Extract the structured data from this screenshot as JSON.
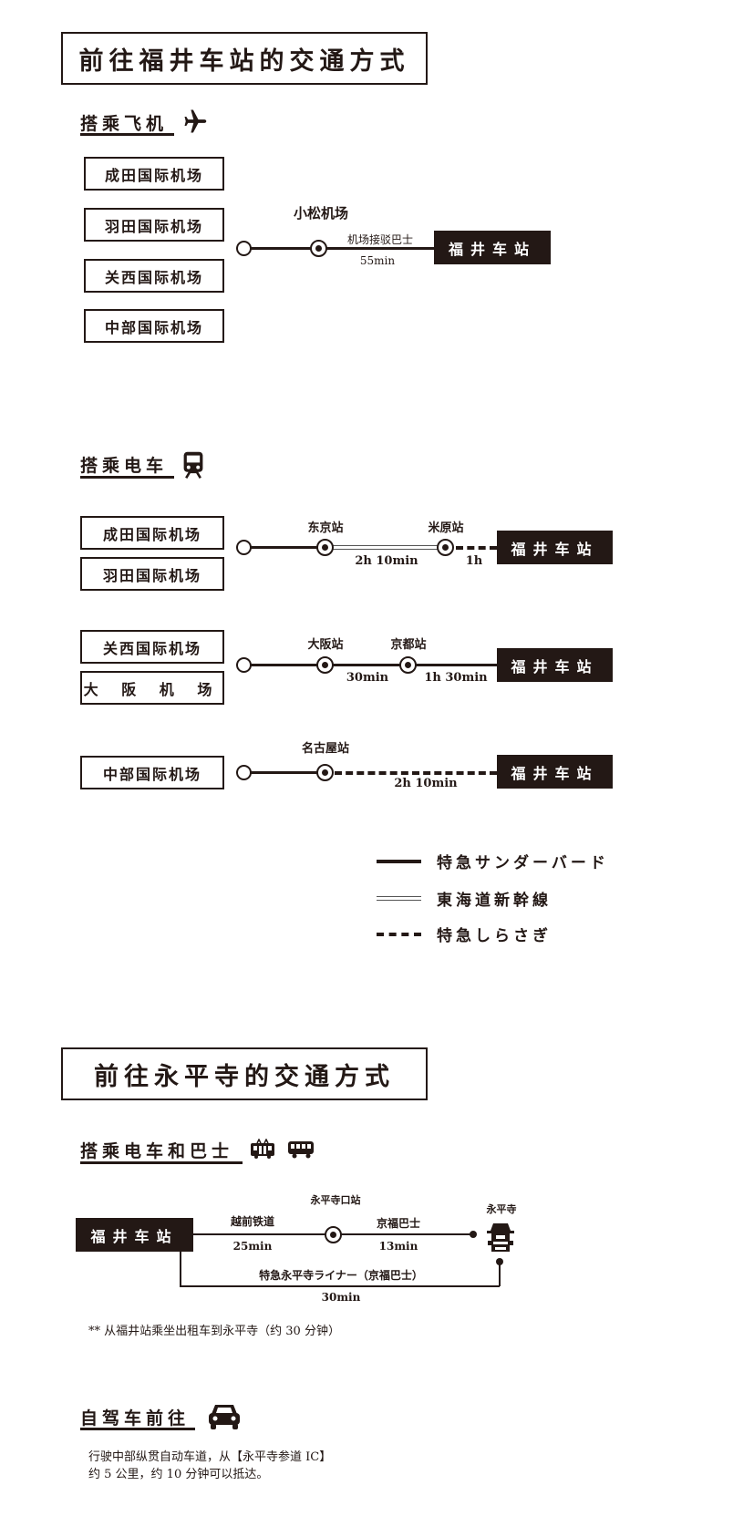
{
  "section1": {
    "title": "前往福井车站的交通方式",
    "plane": {
      "heading": "搭乘飞机",
      "icon": "airplane-icon",
      "airports": [
        "成田国际机场",
        "羽田国际机场",
        "关西国际机场",
        "中部国际机场"
      ],
      "via_station": "小松机场",
      "transport": "机场接驳巴士",
      "duration": "55min",
      "destination": "福井车站"
    },
    "train": {
      "heading": "搭乘电车",
      "icon": "train-icon",
      "routes": [
        {
          "origins": [
            "成田国际机场",
            "羽田国际机场"
          ],
          "stations": [
            "东京站",
            "米原站"
          ],
          "durations": [
            "2h 10min",
            "1h"
          ],
          "destination": "福井车站"
        },
        {
          "origins": [
            "关西国际机场",
            "大 阪 机 场"
          ],
          "stations": [
            "大阪站",
            "京都站"
          ],
          "durations": [
            "30min",
            "1h 30min"
          ],
          "destination": "福井车站"
        },
        {
          "origins": [
            "中部国际机场"
          ],
          "stations": [
            "名古屋站"
          ],
          "durations": [
            "2h 10min"
          ],
          "destination": "福井车站"
        }
      ],
      "legend": [
        "特急サンダーバード",
        "東海道新幹線",
        "特急しらさぎ"
      ]
    }
  },
  "section2": {
    "title": "前往永平寺的交通方式",
    "train_bus": {
      "heading": "搭乘电车和巴士",
      "origin": "福井车站",
      "mid_station": "永平寺口站",
      "leg1_name": "越前铁道",
      "leg1_time": "25min",
      "leg2_name": "京福巴士",
      "leg2_time": "13min",
      "destination": "永平寺",
      "express_name": "特急永平寺ライナー（京福巴士）",
      "express_time": "30min",
      "note": "** 从福井站乘坐出租车到永平寺（约 30 分钟）"
    },
    "car": {
      "heading": "自驾车前往",
      "lines": [
        "行驶中部纵贯自动车道，从【永平寺参道 IC】",
        "约 5 公里，约 10 分钟可以抵达。"
      ]
    }
  }
}
